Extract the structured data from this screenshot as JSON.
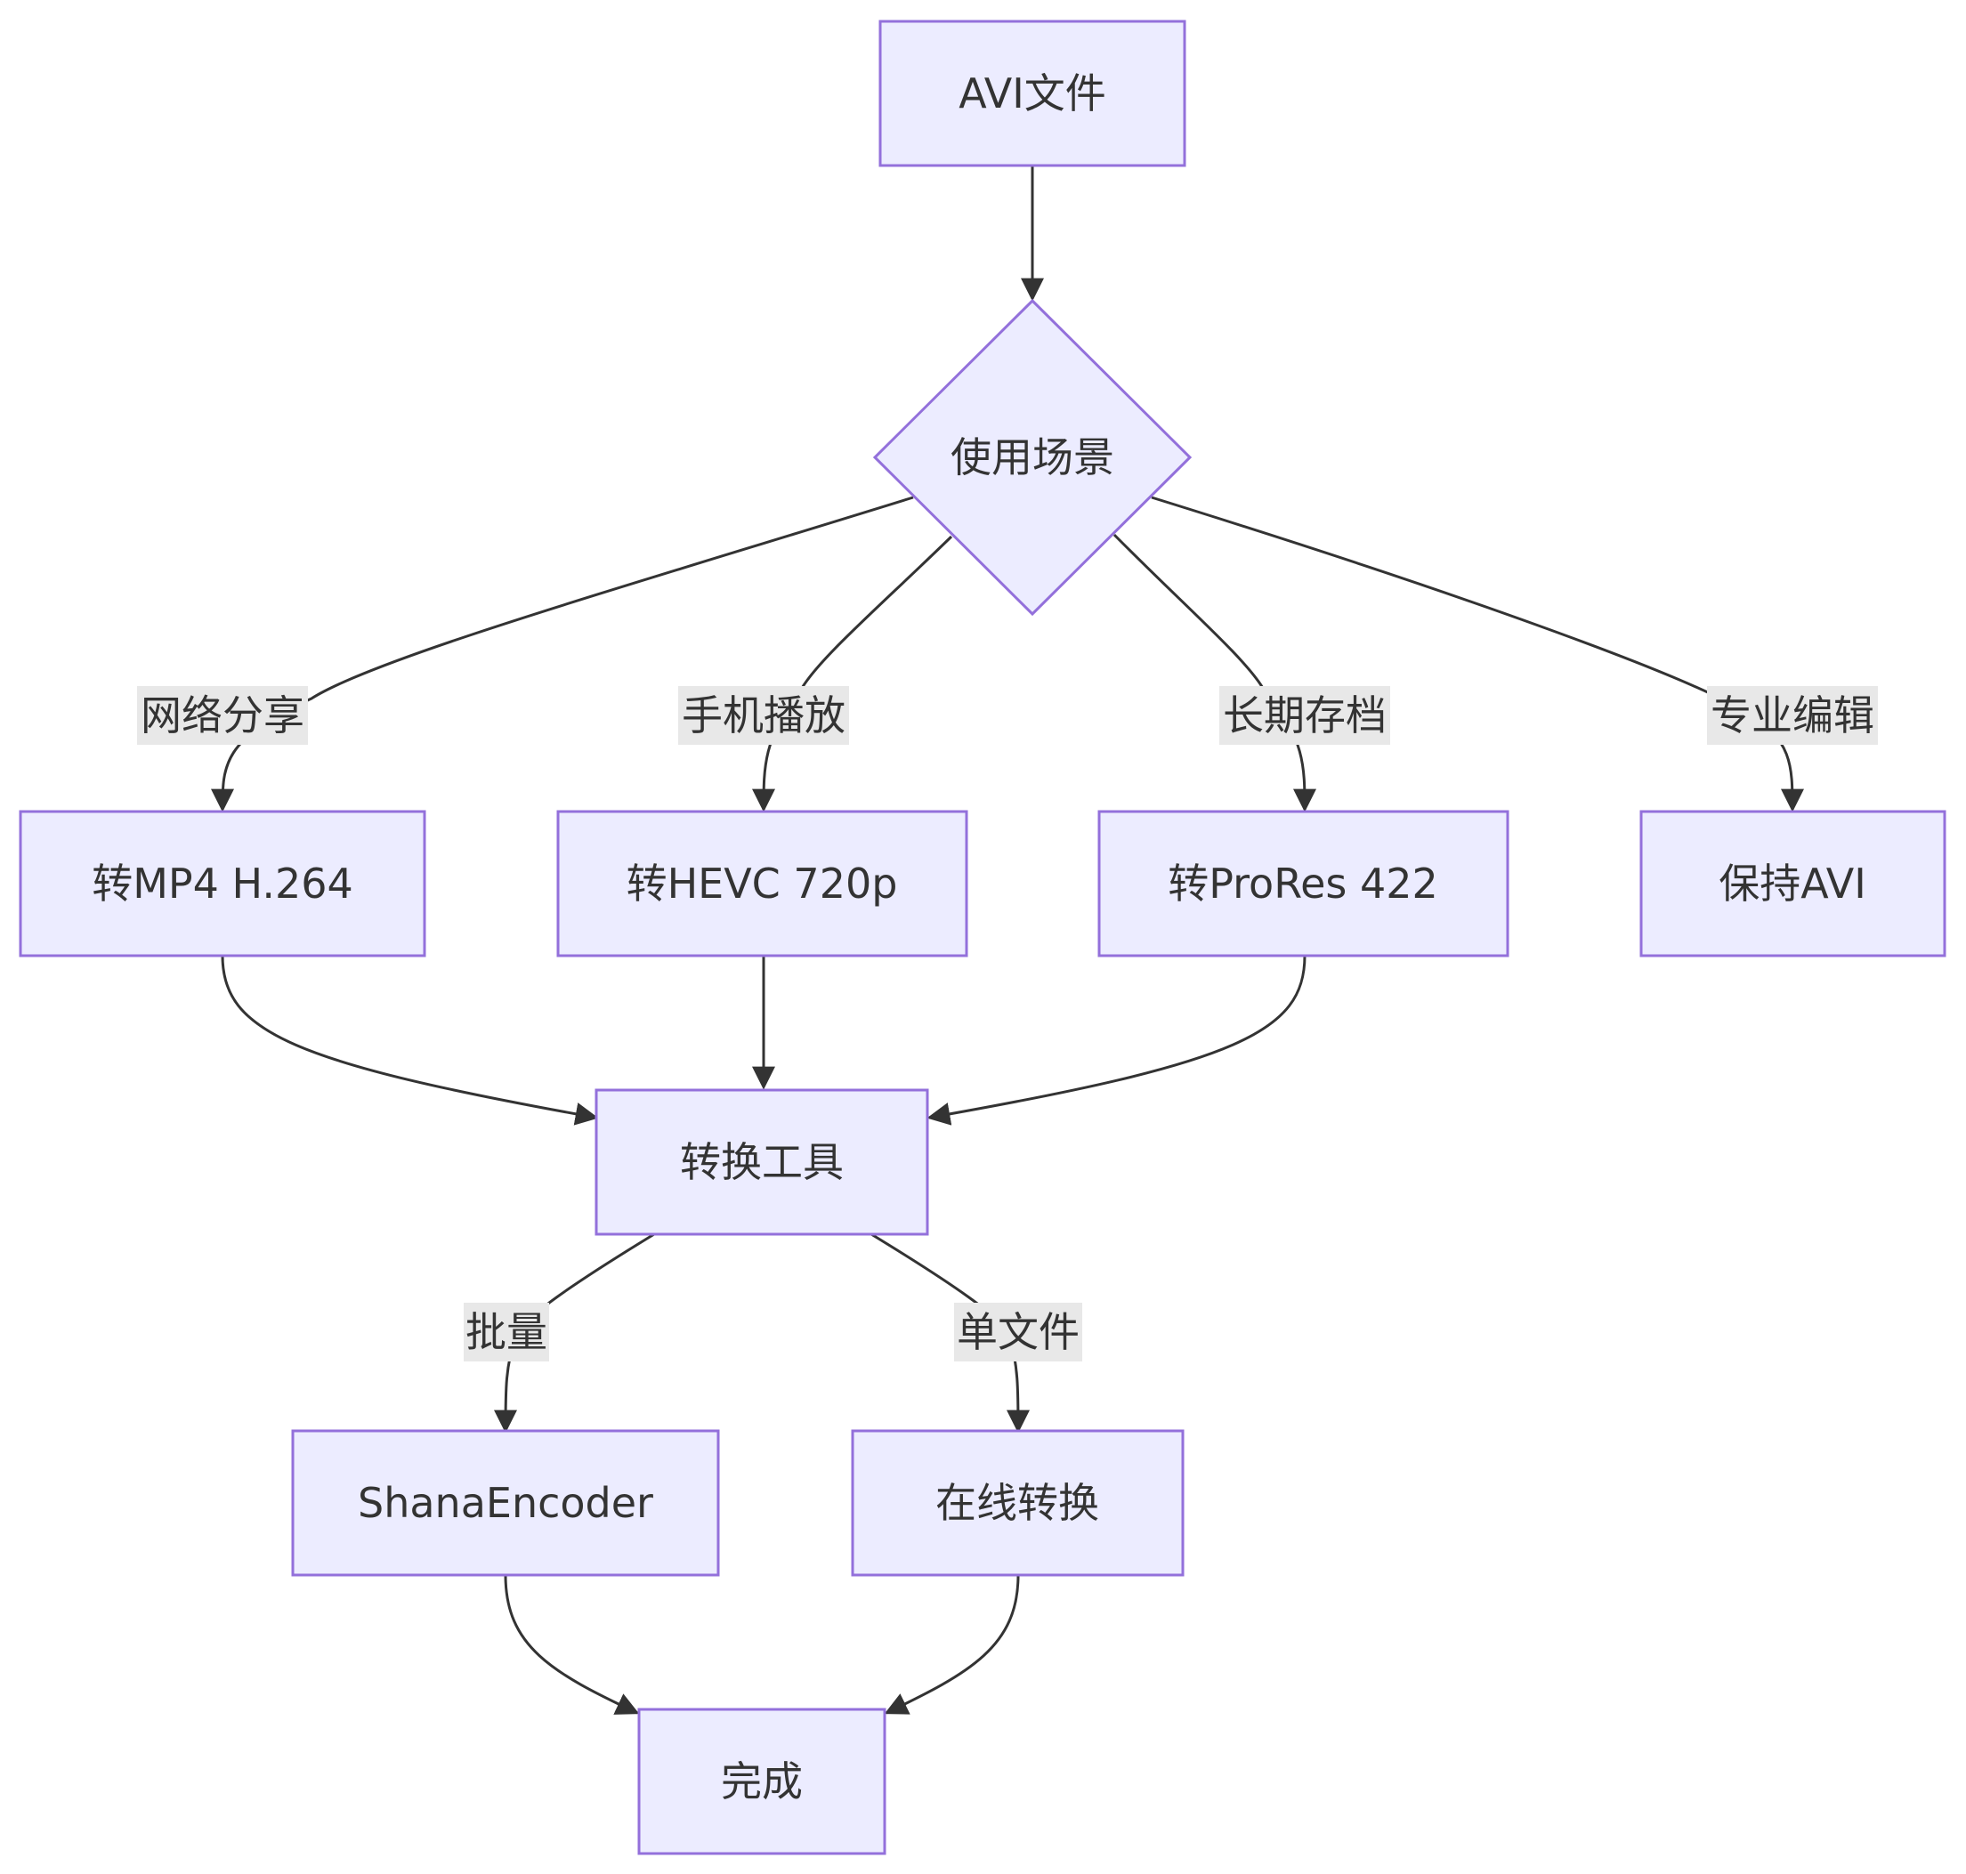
{
  "diagram": {
    "nodes": {
      "avi_file": "AVI文件",
      "scenario": "使用场景",
      "mp4": "转MP4 H.264",
      "hevc": "转HEVC 720p",
      "prores": "转ProRes 422",
      "keep_avi": "保持AVI",
      "tool": "转换工具",
      "shana": "ShanaEncoder",
      "online": "在线转换",
      "done": "完成"
    },
    "edge_labels": {
      "web_share": "网络分享",
      "phone": "手机播放",
      "archive": "长期存档",
      "pro_edit": "专业编辑",
      "batch": "批量",
      "single": "单文件"
    },
    "colors": {
      "node_fill": "#ececff",
      "node_stroke": "#9370db",
      "edge": "#333333",
      "label_bg": "#e8e8e8",
      "text": "#333333"
    }
  }
}
